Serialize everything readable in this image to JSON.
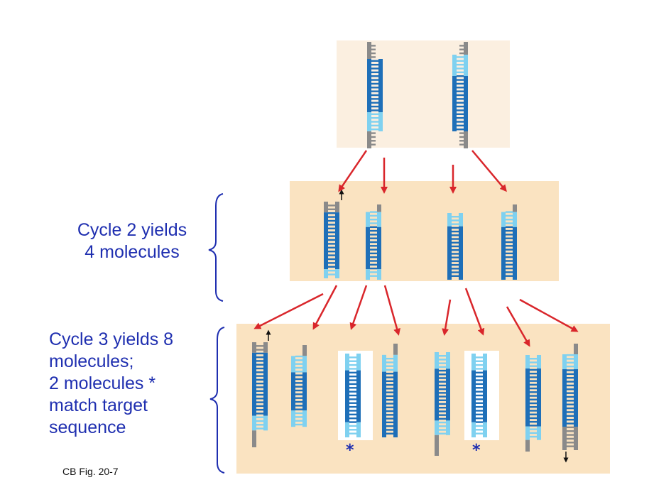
{
  "labels": {
    "cycle2": [
      "Cycle 2 yields",
      "4 molecules"
    ],
    "cycle3": [
      "Cycle 3 yields 8",
      "molecules;",
      "2 molecules *",
      "match target",
      "sequence"
    ]
  },
  "caption": "CB Fig. 20-7",
  "asterisk": "*",
  "colors": {
    "panel_top": "#fbefe0",
    "panel_bottom": "#fae3c1",
    "strand_dark": "#1e6fb8",
    "strand_light": "#7fd1f0",
    "primer_gray": "#8a8a8a",
    "arrow_red": "#d9262b",
    "brace_blue": "#1f2fb0"
  }
}
